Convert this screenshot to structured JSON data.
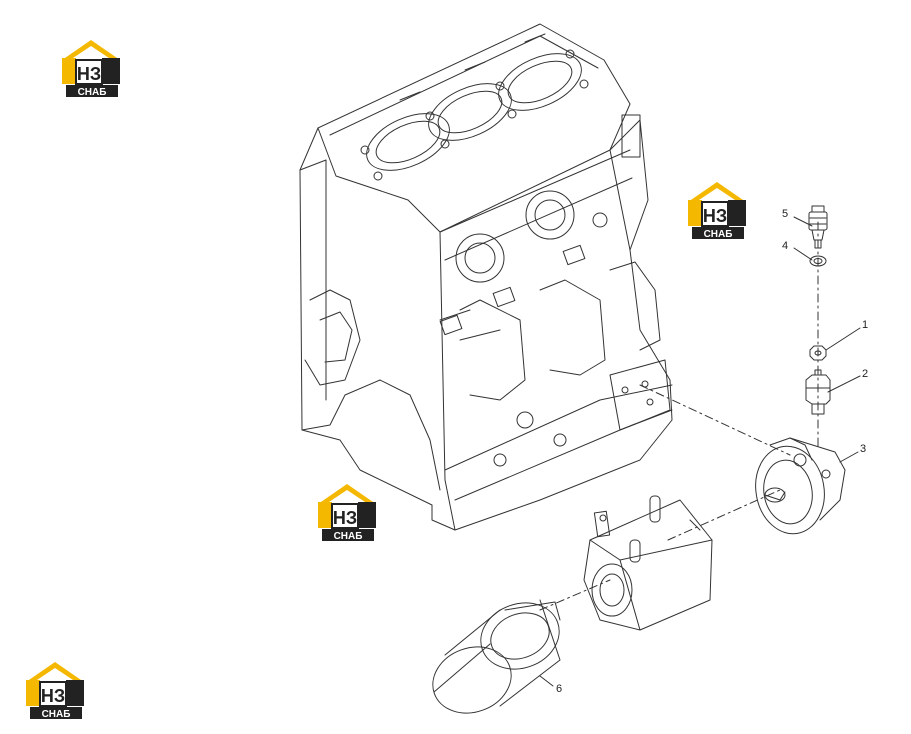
{
  "logo": {
    "letters": "НЗ",
    "caption": "СНАБ",
    "roof_color": "#f5b800",
    "body_color": "#222222"
  },
  "callouts": [
    {
      "id": "1",
      "label": "1"
    },
    {
      "id": "2",
      "label": "2"
    },
    {
      "id": "3",
      "label": "3"
    },
    {
      "id": "4",
      "label": "4"
    },
    {
      "id": "5",
      "label": "5"
    },
    {
      "id": "6",
      "label": "6"
    }
  ],
  "parts": [
    {
      "name": "engine-block-icon"
    },
    {
      "name": "oil-filter-icon"
    },
    {
      "name": "oil-cooler-icon"
    },
    {
      "name": "filter-head-icon"
    },
    {
      "name": "adapter-fitting-icon"
    },
    {
      "name": "nut-icon"
    },
    {
      "name": "washer-icon"
    },
    {
      "name": "pressure-sensor-icon"
    }
  ],
  "colors": {
    "line": "#333333",
    "background": "#ffffff"
  }
}
